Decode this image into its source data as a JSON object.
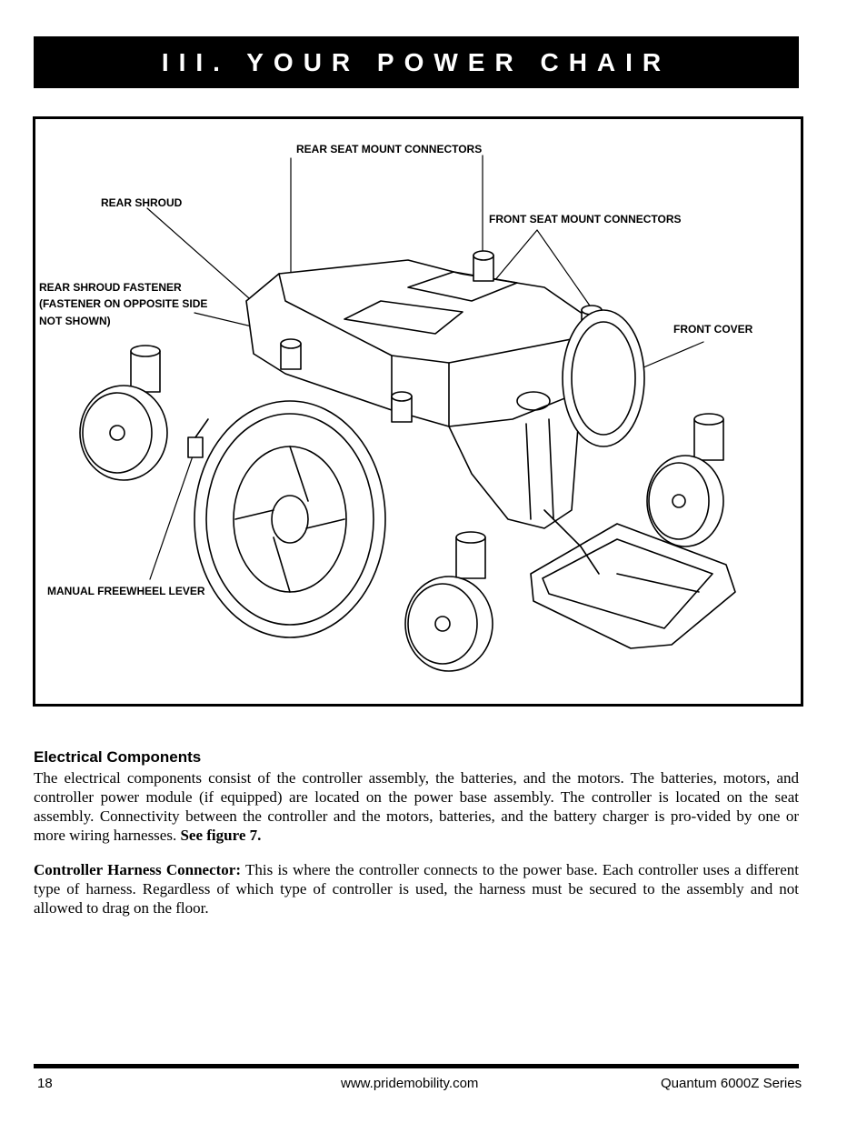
{
  "header": {
    "title": "III. YOUR POWER CHAIR"
  },
  "figure": {
    "labels": {
      "rear_seat_mount_connectors": "REAR SEAT MOUNT CONNECTORS",
      "rear_shroud": "REAR SHROUD",
      "front_seat_mount_connectors": "FRONT SEAT MOUNT CONNECTORS",
      "rear_shroud_fastener_line1": "REAR SHROUD FASTENER",
      "rear_shroud_fastener_line2": "(FASTENER ON OPPOSITE SIDE",
      "rear_shroud_fastener_line3": "NOT SHOWN)",
      "front_cover": "FRONT COVER",
      "manual_freewheel_lever": "MANUAL FREEWHEEL LEVER"
    }
  },
  "section": {
    "heading": "Electrical Components",
    "paragraph1": "The electrical components consist of the controller assembly, the batteries, and the motors. The batteries, motors, and controller power module (if equipped) are located on the power base assembly. The controller is located on the seat assembly. Connectivity between the controller and the motors, batteries, and the battery charger is pro-vided by one or more wiring harnesses.",
    "paragraph1_ref": "See figure 7.",
    "paragraph2_lead": "Controller Harness Connector:",
    "paragraph2": "This is where the controller connects to the power base. Each controller uses a different type of harness. Regardless of which type of controller is used, the harness must be secured to the assembly and not allowed to drag on the floor."
  },
  "footer": {
    "page_number": "18",
    "url": "www.pridemobility.com",
    "series": "Quantum 6000Z Series"
  }
}
